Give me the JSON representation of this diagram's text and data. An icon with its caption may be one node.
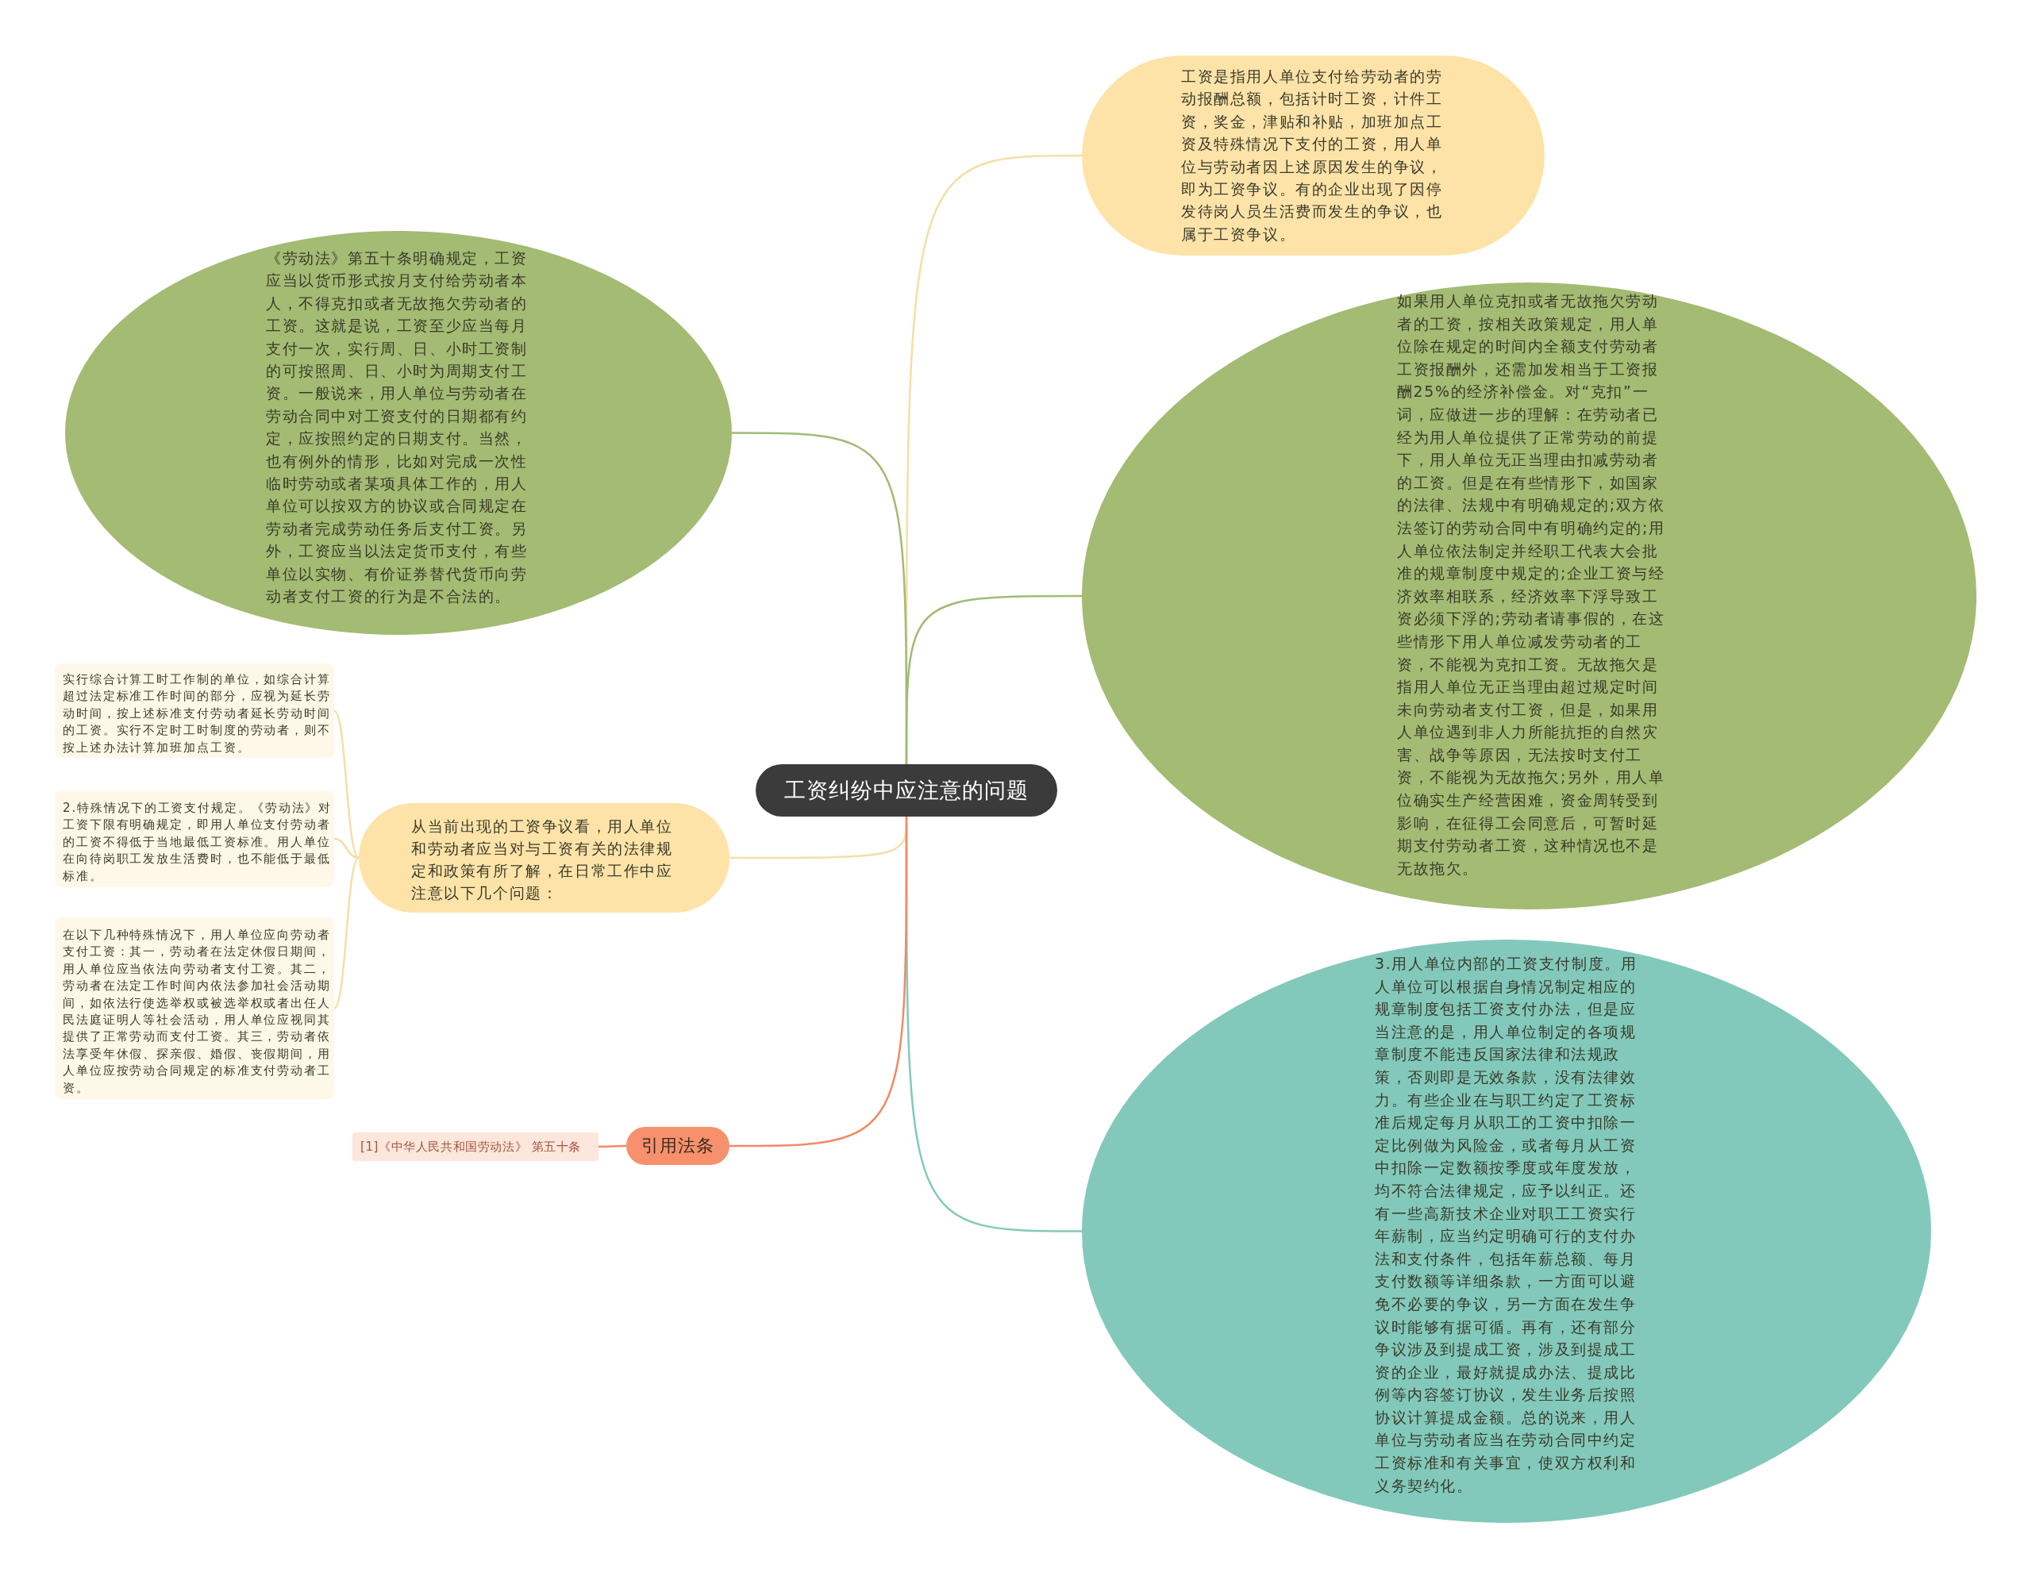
{
  "diagram": {
    "nodes": [
      {
        "text": [
          "工资纠纷中应注意的问题"
        ]
      },
      {
        "text": [
          "工资是指用人单位支付给劳动者的劳动报酬总额，包括计时工资，计件工资，奖金，津贴和补贴，加班加点工资及特殊情况下支付的工资，用人单位与劳动者因上述原因发生的争议，即为工资争议。有的企业出现了因停发待岗人员生活费而发生的争议，也属于工资争议。"
        ]
      },
      {
        "text": [
          "如果用人单位克扣或者无故拖欠劳动者的工资，按相关政策规定，用人单位除在规定的时间内全额支付劳动者工资报酬外，还需加发相当于工资报酬25%的经济补偿金。对“克扣”一词，应做进一步的理解：在劳动者已经为用人单位提供了正常劳动的前提下，用人单位无正当理由扣减劳动者的工资。但是在有些情形下，如国家的法律、法规中有明确规定的;双方依法签订的劳动合同中有明确约定的;用人单位依法制定并经职工代表大会批准的规章制度中规定的;企业工资与经济效率相联系，经济效率下浮导致工资必须下浮的;劳动者请事假的，在这些情形下用人单位减发劳动者的工资，不能视为克扣工资。无故拖欠是指用人单位无正当理由超过规定时间未向劳动者支付工资，但是，如果用人单位遇到非人力所能抗拒的自然灾害、战争等原因，无法按时支付工资，不能视为无故拖欠;另外，用人单位确实生产经营困难，资金周转受到影响，在征得工会同意后，可暂时延期支付劳动者工资，这种情况也不是无故拖欠。"
        ]
      },
      {
        "text": [
          "3.用人单位内部的工资支付制度。用人单位可以根据自身情况制定相应的规章制度包括工资支付办法，但是应当注意的是，用人单位制定的各项规章制度不能违反国家法律和法规政策，否则即是无效条款，没有法律效力。有些企业在与职工约定了工资标准后规定每月从职工的工资中扣除一定比例做为风险金，或者每月从工资中扣除一定数额按季度或年度发放，均不符合法律规定，应予以纠正。还有一些高新技术企业对职工工资实行年薪制，应当约定明确可行的支付办法和支付条件，包括年薪总额、每月支付数额等详细条款，一方面可以避免不必要的争议，另一方面在发生争议时能够有据可循。再有，还有部分争议涉及到提成工资，涉及到提成工资的企业，最好就提成办法、提成比例等内容签订协议，发生业务后按照协议计算提成金额。总的说来，用人单位与劳动者应当在劳动合同中约定工资标准和有关事宜，使双方权利和义务契约化。"
        ]
      },
      {
        "text": [
          "《劳动法》第五十条明确规定，工资应当以货币形式按月支付给劳动者本人，不得克扣或者无故拖欠劳动者的工资。这就是说，工资至少应当每月支付一次，实行周、日、小时工资制的可按照周、日、小时为周期支付工资。一般说来，用人单位与劳动者在劳动合同中对工资支付的日期都有约定，应按照约定的日期支付。当然，也有例外的情形，比如对完成一次性临时劳动或者某项具体工作的，用人单位可以按双方的协议或合同规定在劳动者完成劳动任务后支付工资。另外，工资应当以法定货币支付，有些单位以实物、有价证券替代货币向劳动者支付工资的行为是不合法的。"
        ]
      },
      {
        "text": [
          "从当前出现的工资争议看，用人单位和劳动者应当对与工资有关的法律规定和政策有所了解，在日常工作中应注意以下几个问题："
        ]
      },
      {
        "text": [
          "实行综合计算工时工作制的单位，如综合计算超过法定标准工作时间的部分，应视为延长劳动时间，按上述标准支付劳动者延长劳动时间的工资。实行不定时工时制度的劳动者，则不按上述办法计算加班加点工资。"
        ]
      },
      {
        "text": [
          "2.特殊情况下的工资支付规定。《劳动法》对工资下限有明确规定，即用人单位支付劳动者的工资不得低于当地最低工资标准。用人单位在向待岗职工发放生活费时，也不能低于最低标准。"
        ]
      },
      {
        "text": [
          "在以下几种特殊情况下，用人单位应向劳动者支付工资：其一，劳动者在法定休假日期间，用人单位应当依法向劳动者支付工资。其二，劳动者在法定工作时间内依法参加社会活动期间，如依法行使选举权或被选举权或者出任人民法庭证明人等社会活动，用人单位应视同其提供了正常劳动而支付工资。其三，劳动者依法享受年休假、探亲假、婚假、丧假期间，用人单位应按劳动合同规定的标准支付劳动者工资。"
        ]
      },
      {
        "text": [
          "引用法条"
        ]
      },
      {
        "text": [
          "[1]《中华人民共和国劳动法》 第五十条"
        ]
      }
    ],
    "edges": [
      {
        "from": 0,
        "to": 1,
        "arrow": "none",
        "color": "#f3dfa6"
      },
      {
        "from": 0,
        "to": 2,
        "arrow": "none",
        "color": "#a2bb74"
      },
      {
        "from": 0,
        "to": 3,
        "arrow": "none",
        "color": "#82c9bb"
      },
      {
        "from": 0,
        "to": 4,
        "arrow": "none",
        "color": "#a2bb74"
      },
      {
        "from": 0,
        "to": 5,
        "arrow": "none",
        "color": "#f3dfa6"
      },
      {
        "from": 5,
        "to": 6,
        "arrow": "none",
        "color": "#f3dfa6"
      },
      {
        "from": 5,
        "to": 7,
        "arrow": "none",
        "color": "#f3dfa6"
      },
      {
        "from": 5,
        "to": 8,
        "arrow": "none",
        "color": "#f3dfa6"
      },
      {
        "from": 0,
        "to": 9,
        "arrow": "none",
        "color": "#f08a64"
      },
      {
        "from": 9,
        "to": 10,
        "arrow": "none",
        "color": "#f08a64"
      }
    ]
  }
}
